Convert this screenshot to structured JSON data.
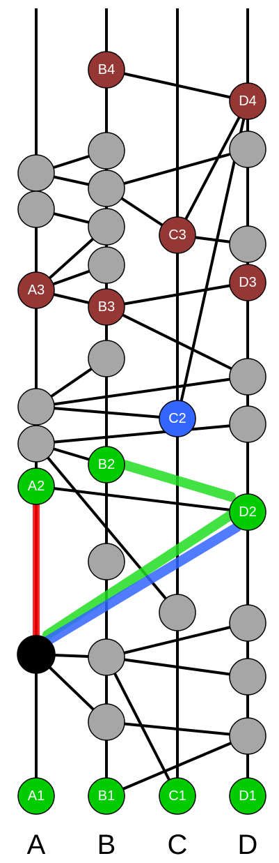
{
  "diagram": {
    "columns": [
      {
        "id": "A",
        "label": "A"
      },
      {
        "id": "B",
        "label": "B"
      },
      {
        "id": "C",
        "label": "C"
      },
      {
        "id": "D",
        "label": "D"
      }
    ],
    "colors": {
      "line": "#000000",
      "grey_node": "#a6a6a6",
      "red_node": "#953735",
      "green_node": "#00cc00",
      "blue_node": "#3366ff",
      "black_node": "#000000",
      "highlight_red": "#ff0000",
      "highlight_green": "#22dd22",
      "highlight_blue": "#3366ff",
      "label_text": "#ffffff"
    },
    "labeled_nodes": {
      "A1": "A1",
      "B1": "B1",
      "C1": "C1",
      "D1": "D1",
      "A2": "A2",
      "B2": "B2",
      "C2": "C2",
      "D2": "D2",
      "A3": "A3",
      "B3": "B3",
      "C3": "C3",
      "D3": "D3",
      "B4": "B4",
      "D4": "D4"
    },
    "node_kinds": {
      "A1": "green",
      "B1": "green",
      "C1": "green",
      "D1": "green",
      "A2": "green",
      "B2": "green",
      "D2": "green",
      "C2": "blue",
      "A3": "red",
      "B3": "red",
      "C3": "red",
      "D3": "red",
      "B4": "red",
      "D4": "red",
      "AX": "black"
    },
    "edges": [
      [
        "B4",
        "D4"
      ],
      [
        "D4",
        "C3"
      ],
      [
        "D4",
        "C2"
      ],
      [
        "gA1",
        "gB1"
      ],
      [
        "gA1",
        "gB2"
      ],
      [
        "gB2",
        "gD1"
      ],
      [
        "gB2",
        "C3"
      ],
      [
        "gA2",
        "gB3"
      ],
      [
        "gB3",
        "A3"
      ],
      [
        "gB4",
        "A3"
      ],
      [
        "C3",
        "gD2"
      ],
      [
        "A3",
        "B3"
      ],
      [
        "B3",
        "D3"
      ],
      [
        "B3",
        "gD3"
      ],
      [
        "gB5",
        "gA3"
      ],
      [
        "gA3",
        "gD3"
      ],
      [
        "gA3",
        "C2"
      ],
      [
        "gA4",
        "gD4"
      ],
      [
        "gA4",
        "B2"
      ],
      [
        "gA4",
        "gC1"
      ],
      [
        "A2",
        "D2"
      ],
      [
        "AX",
        "gB7"
      ],
      [
        "AX",
        "gB8"
      ],
      [
        "gB7",
        "gD5"
      ],
      [
        "gB7",
        "gD6"
      ],
      [
        "gB7",
        "C1"
      ],
      [
        "gB8",
        "gD7"
      ],
      [
        "gB8",
        "B1"
      ],
      [
        "B1",
        "gD7"
      ]
    ],
    "highlights": [
      {
        "color": "highlight_red",
        "from": "A2",
        "to": "AX"
      },
      {
        "color": "highlight_green",
        "from": "AX",
        "to": "D2"
      },
      {
        "color": "highlight_green",
        "from": "D2",
        "to": "B2"
      },
      {
        "color": "highlight_blue",
        "from": "AX",
        "to": "D2"
      }
    ]
  }
}
